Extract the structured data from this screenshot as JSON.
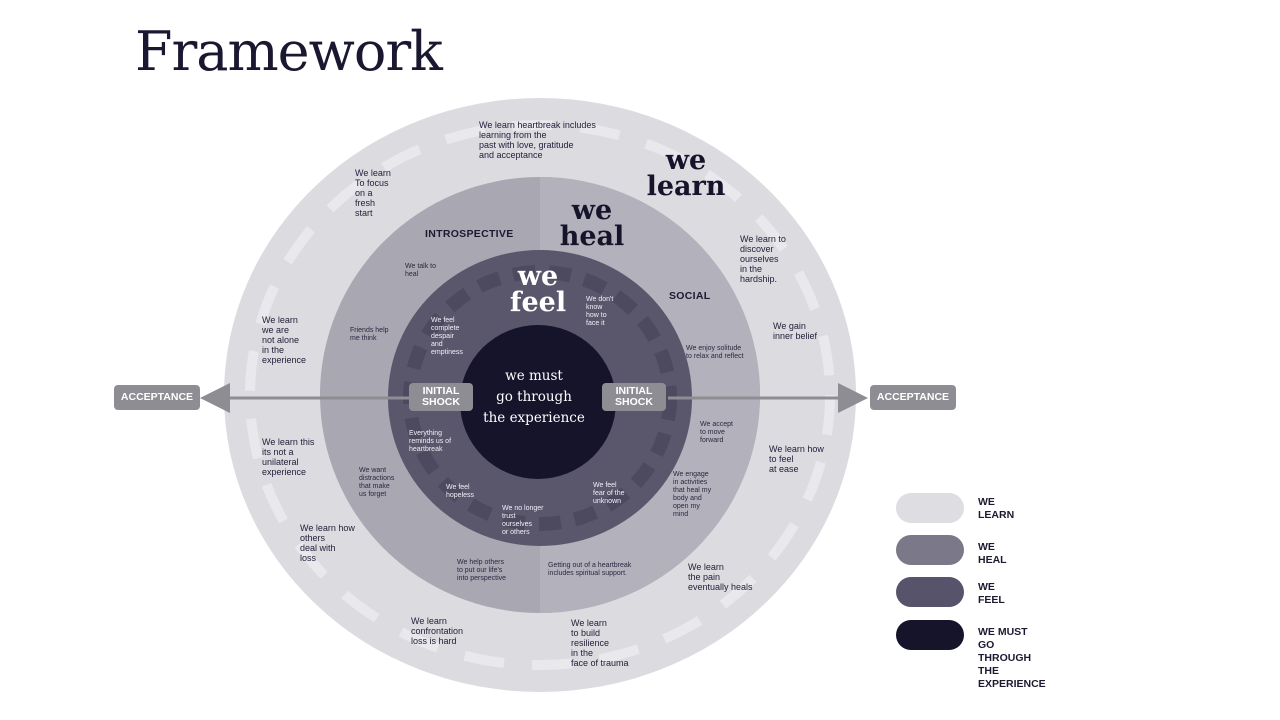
{
  "title": "Framework",
  "rings": {
    "learn_title": "we\nlearn",
    "heal_title": "we\nheal",
    "feel_title": "we\nfeel",
    "core": "we must\ngo through\nthe experience",
    "introspective": "INTROSPECTIVE",
    "social": "SOCIAL",
    "initial_shock_left": "INITIAL\nSHOCK",
    "initial_shock_right": "INITIAL\nSHOCK",
    "acceptance_left": "ACCEPTANCE",
    "acceptance_right": "ACCEPTANCE"
  },
  "learn_items": [
    "We learn heartbreak includes\nlearning from the\npast with love, gratitude\nand acceptance",
    "We learn\nTo focus\non a\nfresh\nstart",
    "We learn to\ndiscover\nourselves\nin the\nhardship.",
    "We gain\ninner belief",
    "We learn\nwe are\nnot alone\nin the\nexperience",
    "We learn this\nits not a\nunilateral\nexperience",
    "We learn how\nto feel\nat ease",
    "We learn how\nothers\ndeal with\nloss",
    "We learn\nthe pain\neventually heals",
    "We learn\nconfrontation\nloss is hard",
    "We learn\nto build\nresilience\nin the\nface of trauma"
  ],
  "heal_items": [
    "We talk to\nheal",
    "Friends help\nme think",
    "We enjoy solitude\nto relax and reflect",
    "We accept\nto move\nforward",
    "We want\ndistractions\nthat make\nus forget",
    "We engage\nin activities\nthat heal my\nbody and\nopen my\nmind",
    "We help others\nto put our life's\ninto perspective",
    "Getting out of a heartbreak\nincludes spiritual support."
  ],
  "feel_items": [
    "We feel\ncomplete\ndespair\nand\nemptiness",
    "We don't\nknow\nhow to\nface it",
    "Everything\nreminds us of\nheartbreak",
    "We feel\nhopeless",
    "We feel\nfear of the\nunknown",
    "We no longer\ntrust\nourselves\nor others"
  ],
  "legend": [
    {
      "label": "WE LEARN",
      "color": "#dedde2"
    },
    {
      "label": "WE HEAL",
      "color": "#7b7889"
    },
    {
      "label": "WE FEEL",
      "color": "#57536a"
    },
    {
      "label": "WE MUST GO\nTHROUGH THE EXPERIENCE",
      "color": "#15142b"
    }
  ],
  "colors": {
    "outer_ring": "#dcdbe0",
    "heal_ring": "#a9a7b2",
    "feel_ring": "#5a566c",
    "core": "#15142b",
    "badge": "#8f8d94"
  }
}
